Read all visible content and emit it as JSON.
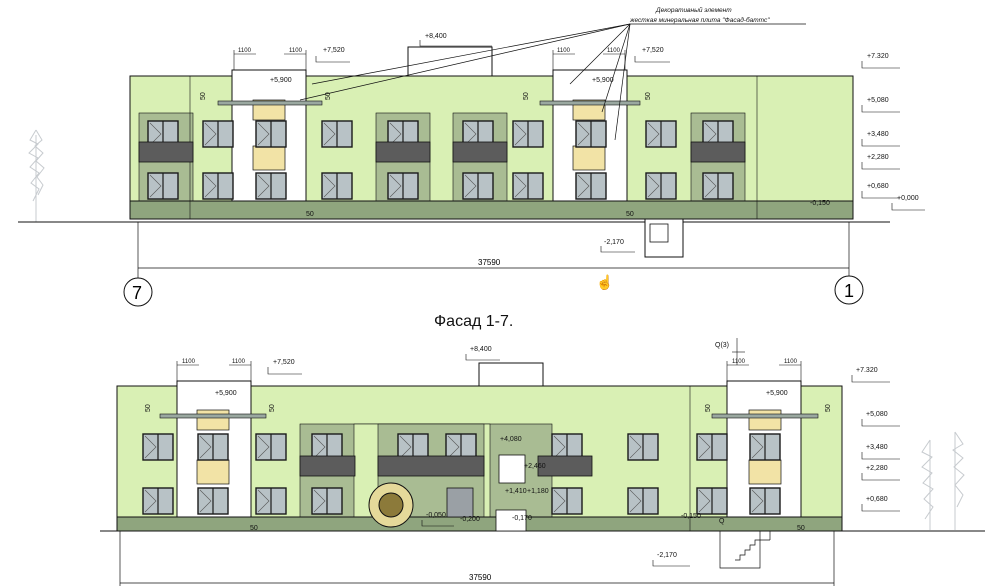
{
  "colors": {
    "facade_green": "#d9f0b4",
    "plinth": "#8fa57e",
    "wall_pier": "#a9bc93",
    "insert_panel": "#f2e3a6",
    "window_frame": "#1a1a1a",
    "window_glass": "#b8c2c6",
    "line": "#111111"
  },
  "caption_top": "Фасад 1-7.",
  "annotation": {
    "line1": "Декоративный элемент",
    "line2": "жесткая минеральная плита \"Фасад-баттс\""
  },
  "axes": {
    "left": "7",
    "right": "1"
  },
  "dims": {
    "overall": "37590",
    "width_1100": "1100",
    "offset_50": "50",
    "elev_8400": "+8,400",
    "elev_7520": "+7,520",
    "elev_7320": "+7.320",
    "elev_5900": "+5,900",
    "elev_5080": "+5,080",
    "elev_4080": "+4,080",
    "elev_3480": "+3,480",
    "elev_2460": "+2,460",
    "elev_2280": "+2,280",
    "elev_1410": "+1,410",
    "elev_1180": "+1,180",
    "elev_0680": "+0,680",
    "elev_0000": "+0,000",
    "elev_m0150": "-0,150",
    "elev_m0050": "-0,050",
    "elev_m0200": "-0,200",
    "elev_m0170": "-0,170",
    "elev_m0150b": "-0,150",
    "elev_m2170": "-2,170",
    "roof_q": "Q(3)",
    "mark_q": "Q"
  }
}
